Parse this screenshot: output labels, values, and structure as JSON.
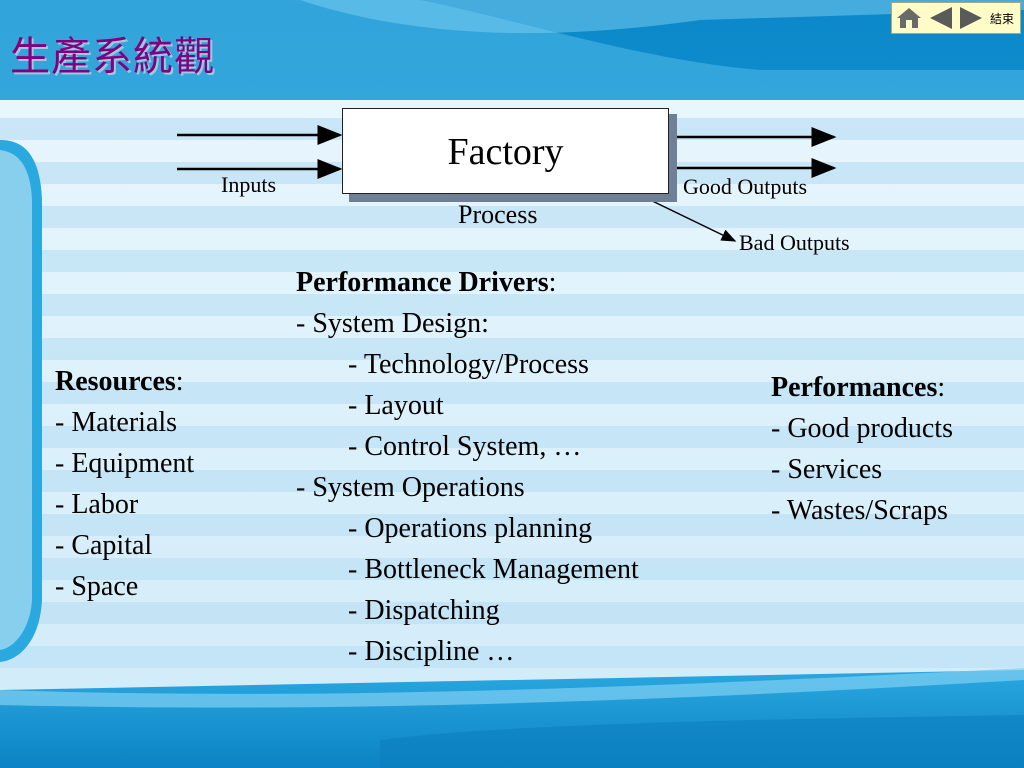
{
  "slide": {
    "title": "生產系統觀",
    "nav": {
      "home_icon": "home-icon",
      "prev_icon": "triangle-left-icon",
      "next_icon": "triangle-right-icon",
      "end_label": "結束"
    },
    "colors": {
      "title": "#800080",
      "background_light": "#c9e7f7",
      "background_dark": "#1d9fd8",
      "nav_bg": "#fffcc8",
      "nav_icon": "#5a5a5a"
    }
  },
  "diagram": {
    "factory_label": "Factory",
    "process_label": "Process",
    "inputs_label": "Inputs",
    "good_outputs_label": "Good Outputs",
    "bad_outputs_label": "Bad Outputs"
  },
  "resources": {
    "heading": "Resources",
    "colon": ":",
    "items": [
      "- Materials",
      "- Equipment",
      "- Labor",
      "- Capital",
      "- Space"
    ]
  },
  "drivers": {
    "heading": "Performance Drivers",
    "colon": ":",
    "lines": [
      "- System Design:",
      "- Technology/Process",
      "- Layout",
      "- Control System, …",
      "- System Operations",
      "- Operations planning",
      "- Bottleneck Management",
      "- Dispatching",
      "- Discipline …"
    ]
  },
  "performances": {
    "heading": "Performances",
    "colon": ":",
    "items": [
      "- Good products",
      "- Services",
      "- Wastes/Scraps"
    ]
  }
}
